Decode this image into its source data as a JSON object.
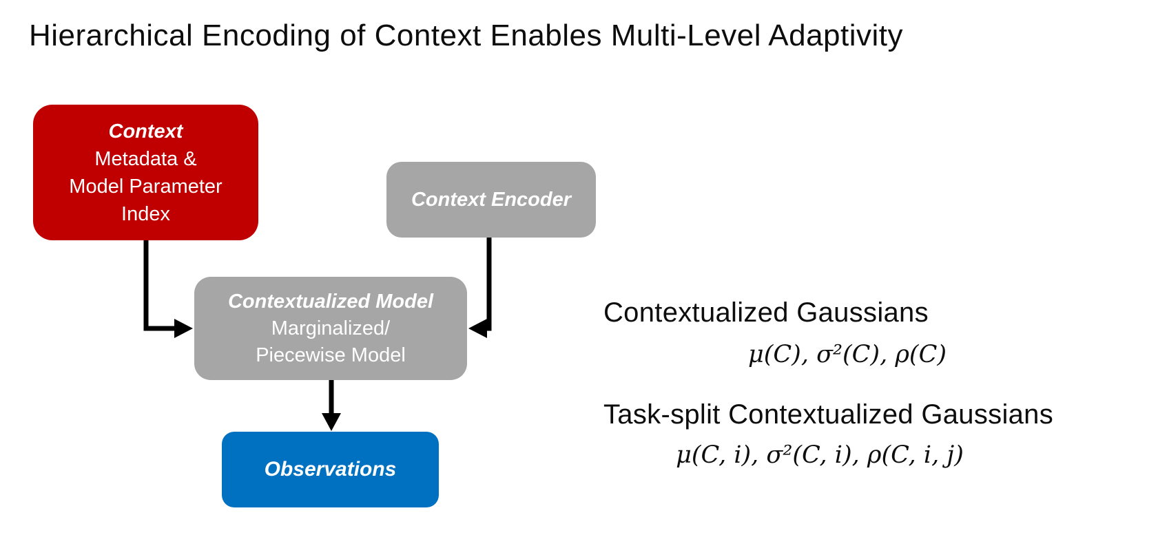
{
  "slide": {
    "title": "Hierarchical Encoding of Context Enables Multi-Level Adaptivity"
  },
  "diagram": {
    "context_box": {
      "title": "Context",
      "line1": "Metadata &",
      "line2": "Model Parameter",
      "line3": "Index",
      "fill": "#C00000"
    },
    "encoder_box": {
      "title": "Context Encoder",
      "fill": "#A6A6A6"
    },
    "model_box": {
      "title": "Contextualized Model",
      "line1": "Marginalized/",
      "line2": "Piecewise Model",
      "fill": "#A6A6A6"
    },
    "observations_box": {
      "title": "Observations",
      "fill": "#0070C0"
    },
    "arrow_color": "#000000"
  },
  "annotations": {
    "gaussians_label": "Contextualized Gaussians",
    "gaussians_formula": "μ(C), σ²(C), ρ(C)",
    "task_split_label": "Task-split Contextualized Gaussians",
    "task_split_formula": "μ(C, i), σ²(C, i), ρ(C, i, j)"
  }
}
